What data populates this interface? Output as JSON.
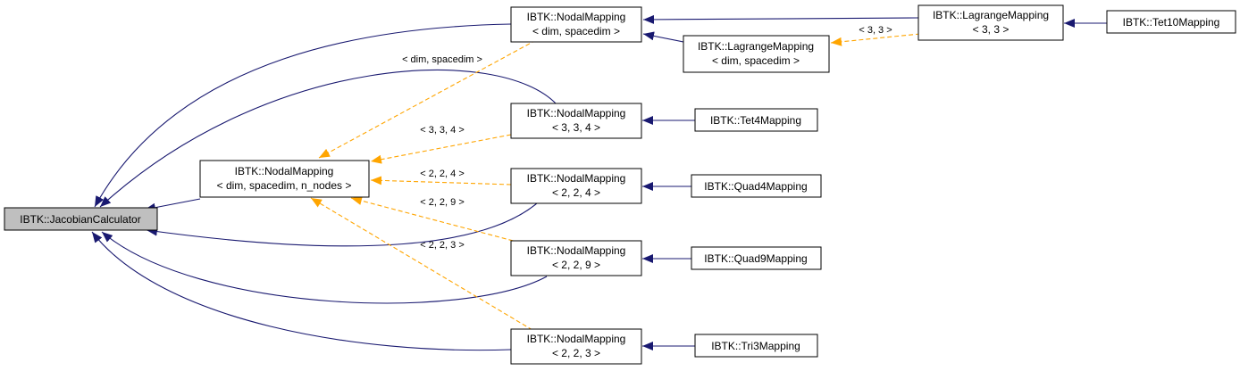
{
  "colors": {
    "inheritance_edge": "#191970",
    "template_edge": "#ffa500",
    "root_fill": "#bfbfbf",
    "node_fill": "#ffffff"
  },
  "nodes": {
    "jacobian": {
      "lines": [
        "IBTK::JacobianCalculator"
      ]
    },
    "nodal_generic": {
      "lines": [
        "IBTK::NodalMapping",
        "< dim, spacedim, n_nodes >"
      ]
    },
    "nodal_dim_spacedim": {
      "lines": [
        "IBTK::NodalMapping",
        "< dim, spacedim >"
      ]
    },
    "lagrange_dim_spacedim": {
      "lines": [
        "IBTK::LagrangeMapping",
        "< dim, spacedim >"
      ]
    },
    "lagrange_33": {
      "lines": [
        "IBTK::LagrangeMapping",
        "< 3, 3 >"
      ]
    },
    "tet10": {
      "lines": [
        "IBTK::Tet10Mapping"
      ]
    },
    "nodal_334": {
      "lines": [
        "IBTK::NodalMapping",
        "< 3, 3, 4 >"
      ]
    },
    "tet4": {
      "lines": [
        "IBTK::Tet4Mapping"
      ]
    },
    "nodal_224": {
      "lines": [
        "IBTK::NodalMapping",
        "< 2, 2, 4 >"
      ]
    },
    "quad4": {
      "lines": [
        "IBTK::Quad4Mapping"
      ]
    },
    "nodal_229": {
      "lines": [
        "IBTK::NodalMapping",
        "< 2, 2, 9 >"
      ]
    },
    "quad9": {
      "lines": [
        "IBTK::Quad9Mapping"
      ]
    },
    "nodal_223": {
      "lines": [
        "IBTK::NodalMapping",
        "< 2, 2, 3 >"
      ]
    },
    "tri3": {
      "lines": [
        "IBTK::Tri3Mapping"
      ]
    }
  },
  "edge_labels": {
    "dim_spacedim": "< dim, spacedim >",
    "l334": "< 3, 3, 4 >",
    "l224": "< 2, 2, 4 >",
    "l229": "< 2, 2, 9 >",
    "l223": "< 2, 2, 3 >",
    "l33": "< 3, 3 >"
  }
}
